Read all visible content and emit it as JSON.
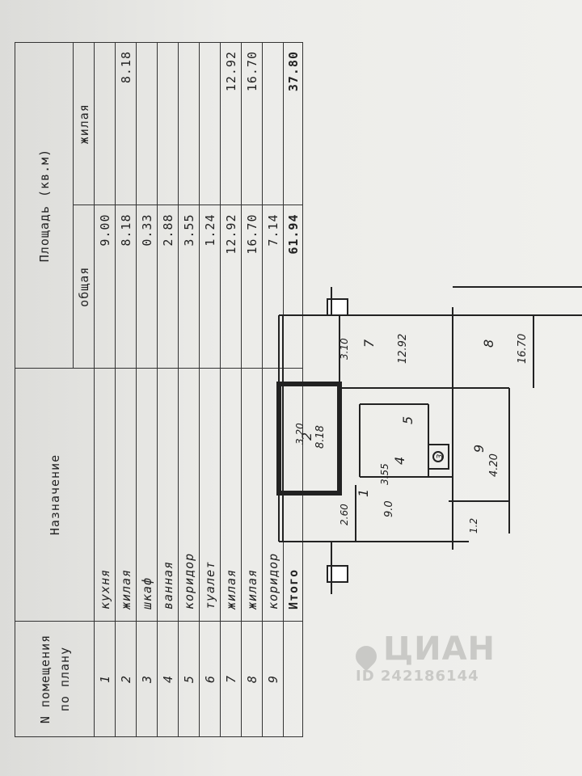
{
  "table": {
    "header": {
      "col_num": "N помещения по плану",
      "col_purpose": "Назначение",
      "col_area": "Площадь (кв.м)",
      "col_total": "общая",
      "col_living": "жилая"
    },
    "rows": [
      {
        "num": "1",
        "name": "кухня",
        "total": "9.00",
        "living": ""
      },
      {
        "num": "2",
        "name": "жилая",
        "total": "8.18",
        "living": "8.18"
      },
      {
        "num": "3",
        "name": "шкаф",
        "total": "0.33",
        "living": ""
      },
      {
        "num": "4",
        "name": "ванная",
        "total": "2.88",
        "living": ""
      },
      {
        "num": "5",
        "name": "коридор",
        "total": "3.55",
        "living": ""
      },
      {
        "num": "6",
        "name": "туалет",
        "total": "1.24",
        "living": ""
      },
      {
        "num": "7",
        "name": "жилая",
        "total": "12.92",
        "living": "12.92"
      },
      {
        "num": "8",
        "name": "жилая",
        "total": "16.70",
        "living": "16.70"
      },
      {
        "num": "9",
        "name": "коридор",
        "total": "7.14",
        "living": ""
      }
    ],
    "total": {
      "label": "Итого",
      "total": "61.94",
      "living": "37.80"
    }
  },
  "floorplan": {
    "room1": "1",
    "room1_area": "9.0",
    "room1_dim": "2.60",
    "room1_dim2": "3.55",
    "room2": "2",
    "room2_area": "8.18",
    "room2_dim": "3.20",
    "room4": "4",
    "room5": "5",
    "room3": "3",
    "room7": "7",
    "room7_area": "12.92",
    "room7_dim": "3.10",
    "room8": "8",
    "room8_area": "16.70",
    "room9": "9",
    "room9_area": "4.20",
    "room9_dim": "1.2"
  },
  "watermark": {
    "logo": "ЦИАН",
    "id": "ID 242186144"
  }
}
